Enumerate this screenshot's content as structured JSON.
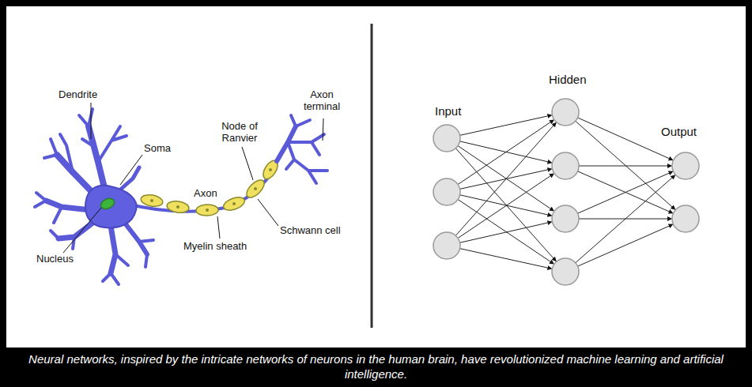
{
  "diagram": {
    "caption": "Neural networks, inspired by the intricate networks of neurons in the human brain, have revolutionized machine learning and artificial intelligence.",
    "labels": [
      "Dendrite",
      "Axon terminal",
      "Node of Ranvier",
      "Soma",
      "Axon",
      "Schwann cell",
      "Myelin sheath",
      "Nucleus",
      "Input",
      "Hidden",
      "Output"
    ]
  }
}
